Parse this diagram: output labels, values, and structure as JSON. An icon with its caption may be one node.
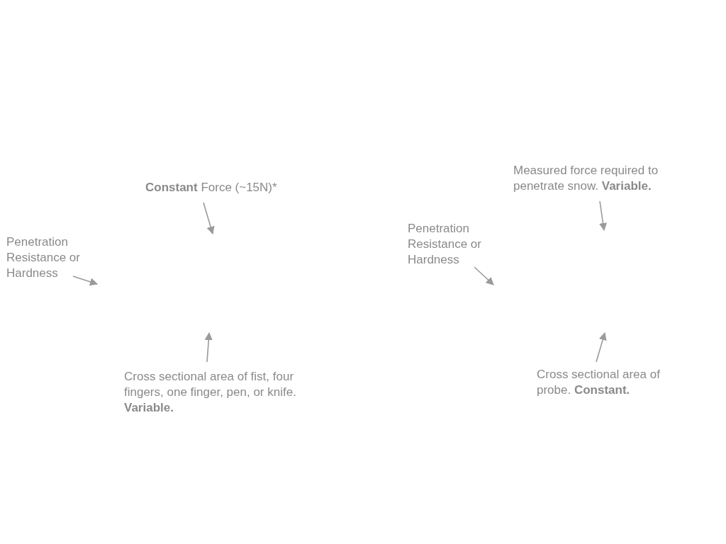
{
  "diagram": {
    "nodes": [
      {
        "text": [
          "**Constant** Force (~15N)*"
        ]
      },
      {
        "text": [
          "Penetration Resistance or Hardness"
        ]
      },
      {
        "text": [
          "Cross sectional area of fist, four fingers, one finger, pen, or knife. **Variable.**"
        ]
      },
      {
        "text": [
          "Measured force required to penetrate snow. **Variable.**"
        ]
      },
      {
        "text": [
          "Penetration Resistance or Hardness"
        ]
      },
      {
        "text": [
          "Cross sectional area of probe. **Constant.**"
        ]
      }
    ],
    "edges": [
      {
        "from": 0,
        "to": null,
        "arrow": "to"
      },
      {
        "from": 1,
        "to": null,
        "arrow": "to"
      },
      {
        "from": 2,
        "to": null,
        "arrow": "to"
      },
      {
        "from": 3,
        "to": null,
        "arrow": "to"
      },
      {
        "from": 4,
        "to": null,
        "arrow": "to"
      },
      {
        "from": 5,
        "to": null,
        "arrow": "to"
      }
    ]
  }
}
